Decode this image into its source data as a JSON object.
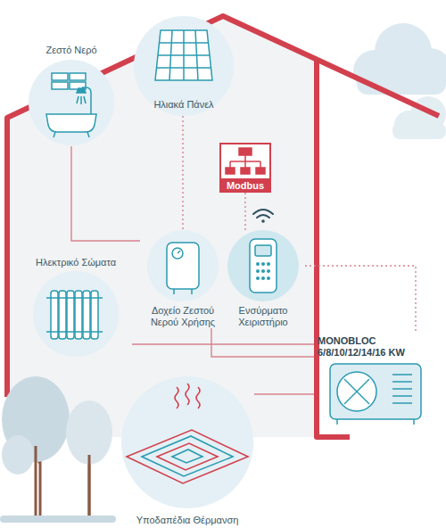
{
  "diagram": {
    "nodes": [
      {
        "text": [
          "Ηλιακά Πάνελ"
        ]
      },
      {
        "text": [
          "Ζεστό Νερό"
        ]
      },
      {
        "text": [
          "Modbus"
        ]
      },
      {
        "text": [
          "Ηλεκτρικό Σώματα"
        ]
      },
      {
        "text": [
          "Δοχείο Ζεστού Νερού Χρήσης"
        ]
      },
      {
        "text": [
          "Ενσύρματο Χειριστήριο"
        ]
      },
      {
        "text": [
          "MONOBLOC 6/8/10/12/14/16 KW"
        ]
      },
      {
        "text": [
          "Υποδαπέδια Θέρμανση"
        ]
      }
    ],
    "edges": [
      {
        "from": 0,
        "to": 4,
        "arrow": "none"
      },
      {
        "from": 1,
        "to": 4,
        "arrow": "none"
      },
      {
        "from": 2,
        "to": 5,
        "arrow": "none"
      },
      {
        "from": 5,
        "to": 6,
        "arrow": "none"
      },
      {
        "from": 4,
        "to": 6,
        "arrow": "none"
      },
      {
        "from": 3,
        "to": 6,
        "arrow": "none"
      },
      {
        "from": 7,
        "to": 6,
        "arrow": "none"
      }
    ]
  }
}
